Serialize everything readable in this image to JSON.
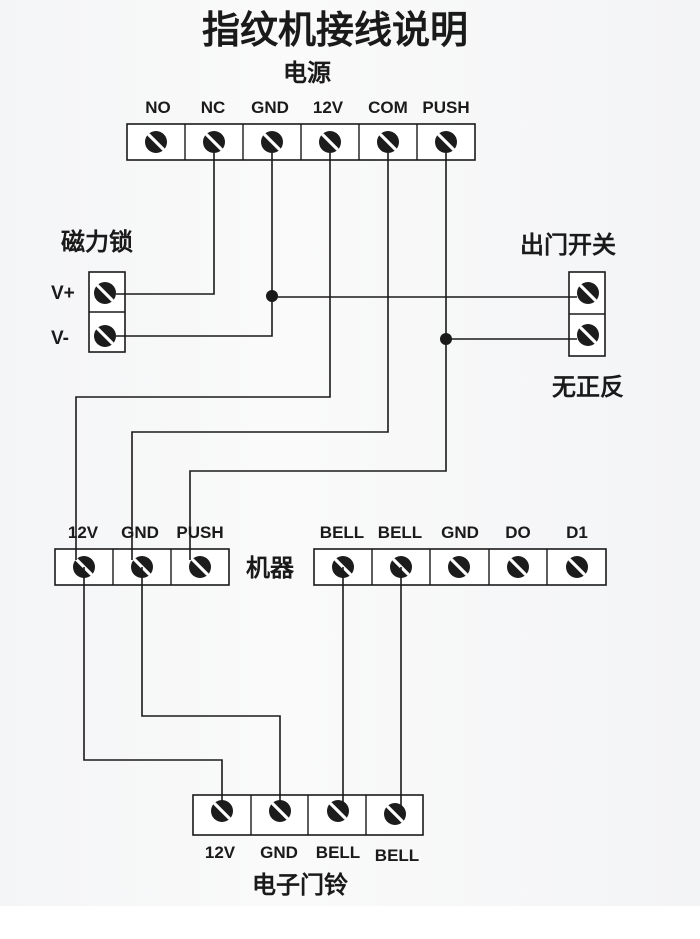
{
  "title": "指纹机接线说明",
  "power": {
    "heading": "电源",
    "terminals": [
      "NO",
      "NC",
      "GND",
      "12V",
      "COM",
      "PUSH"
    ]
  },
  "magnetic_lock": {
    "heading": "磁力锁",
    "terminals": [
      "V+",
      "V-"
    ]
  },
  "exit_switch": {
    "heading": "出门开关",
    "note": "无正反"
  },
  "machine": {
    "heading": "机器",
    "left_terminals": [
      "12V",
      "GND",
      "PUSH"
    ],
    "right_terminals": [
      "BELL",
      "BELL",
      "GND",
      "DO",
      "D1"
    ]
  },
  "doorbell": {
    "heading": "电子门铃",
    "terminals": [
      "12V",
      "GND",
      "BELL",
      "BELL"
    ]
  },
  "colors": {
    "wire": "#1a1a1a",
    "screw": "#1c1c1c",
    "background": "#f6f6f7"
  }
}
